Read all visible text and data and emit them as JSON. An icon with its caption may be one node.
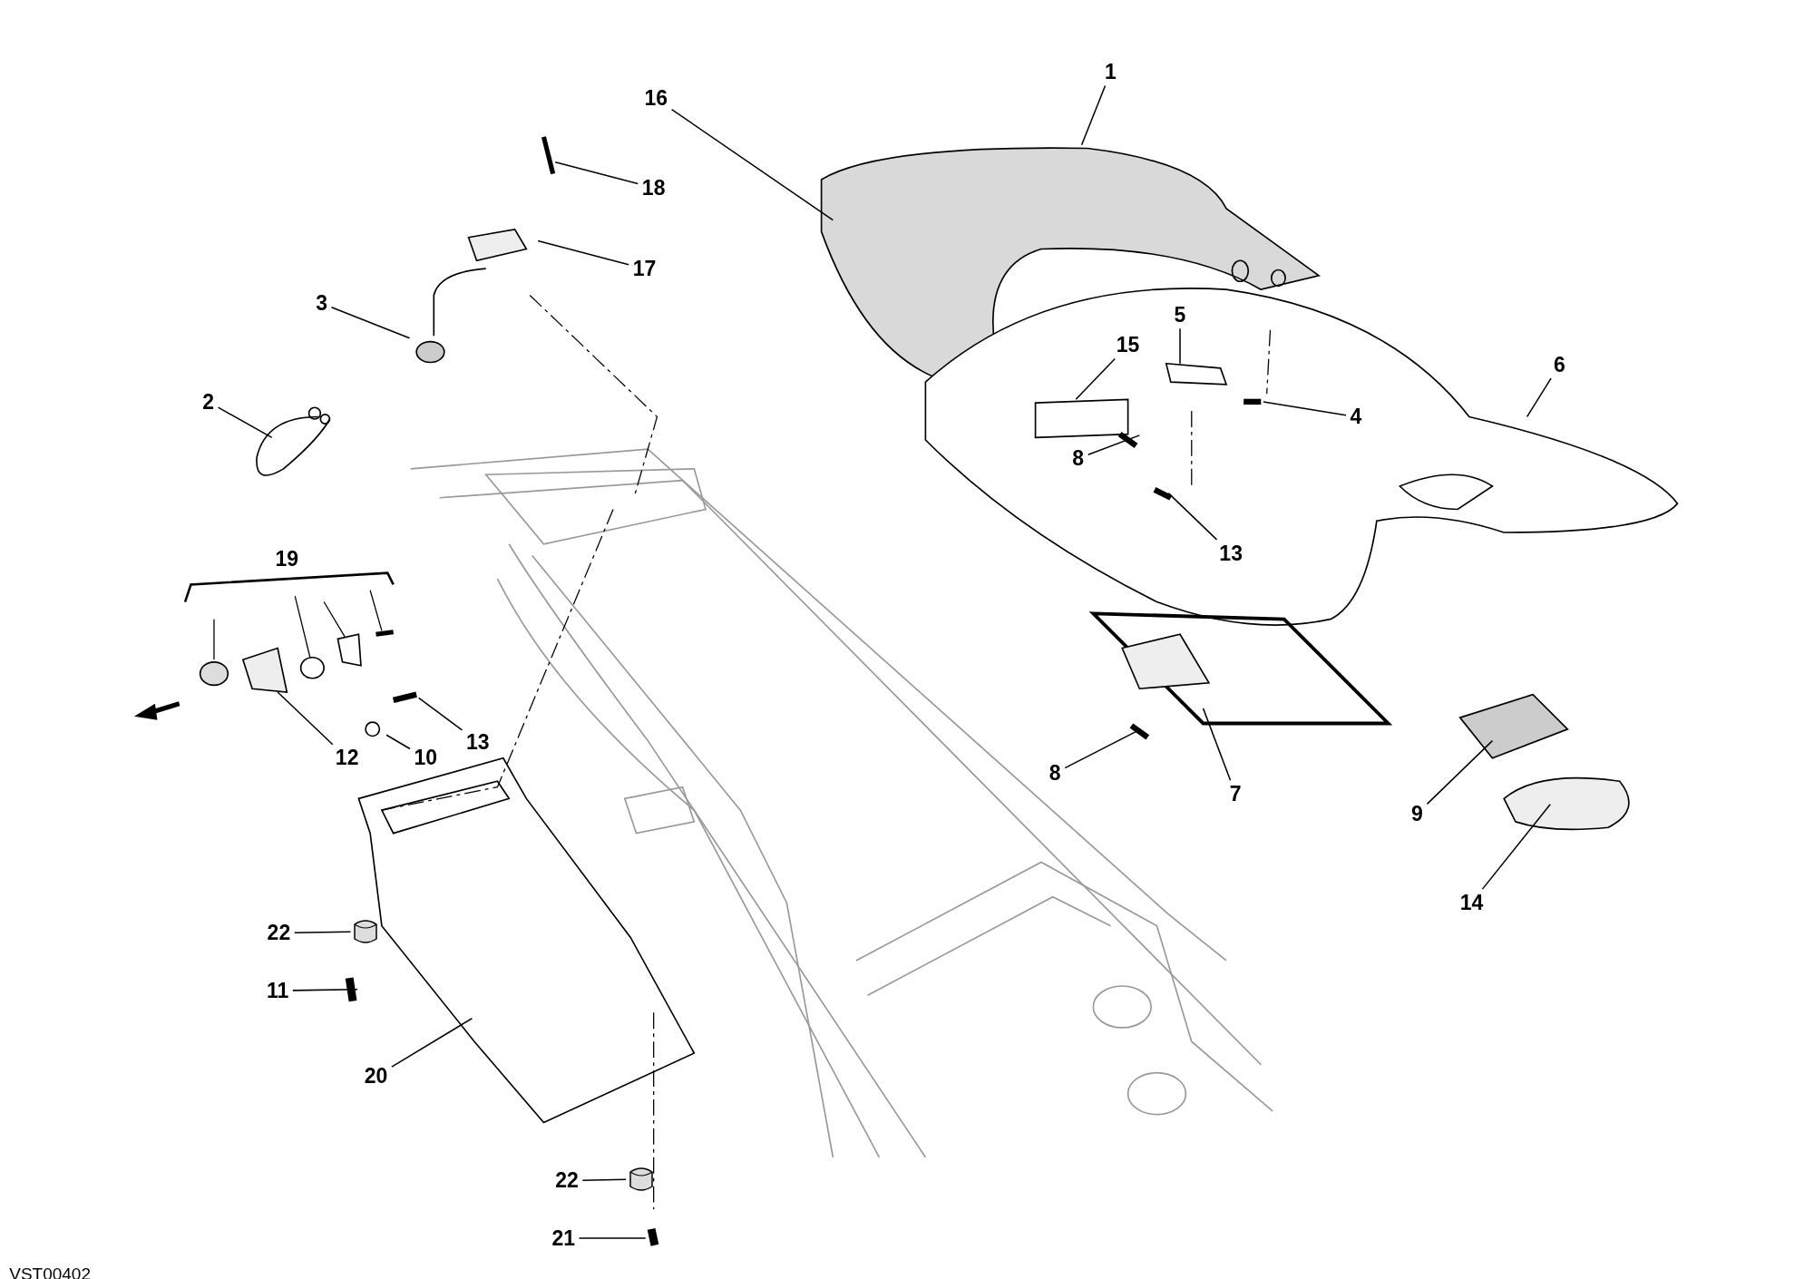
{
  "diagram": {
    "nodes": [
      {
        "text": [
          "1"
        ]
      },
      {
        "text": [
          "16"
        ]
      },
      {
        "text": [
          "18"
        ]
      },
      {
        "text": [
          "17"
        ]
      },
      {
        "text": [
          "3"
        ]
      },
      {
        "text": [
          "2"
        ]
      },
      {
        "text": [
          "15"
        ]
      },
      {
        "text": [
          "5"
        ]
      },
      {
        "text": [
          "6"
        ]
      },
      {
        "text": [
          "4"
        ]
      },
      {
        "text": [
          "8"
        ]
      },
      {
        "text": [
          "13"
        ]
      },
      {
        "text": [
          "12"
        ]
      },
      {
        "text": [
          "10"
        ]
      },
      {
        "text": [
          "13"
        ]
      },
      {
        "text": [
          "8"
        ]
      },
      {
        "text": [
          "7"
        ]
      },
      {
        "text": [
          "9"
        ]
      },
      {
        "text": [
          "22"
        ]
      },
      {
        "text": [
          "11"
        ]
      },
      {
        "text": [
          "14"
        ]
      },
      {
        "text": [
          "20"
        ]
      },
      {
        "text": [
          "22"
        ]
      },
      {
        "text": [
          "21"
        ]
      },
      {
        "text": [],
        "shape": "picture"
      },
      {
        "text": [],
        "shape": "picture"
      }
    ],
    "edges": [
      {
        "from": 0,
        "to": null,
        "arrow": "none"
      },
      {
        "from": 1,
        "to": null,
        "arrow": "none"
      },
      {
        "from": 2,
        "to": null,
        "arrow": "none"
      },
      {
        "from": 3,
        "to": null,
        "arrow": "none"
      },
      {
        "from": 4,
        "to": null,
        "arrow": "none"
      },
      {
        "from": 5,
        "to": null,
        "arrow": "none"
      },
      {
        "from": 6,
        "to": null,
        "arrow": "none"
      },
      {
        "from": 7,
        "to": null,
        "arrow": "none"
      },
      {
        "from": 8,
        "to": null,
        "arrow": "none"
      },
      {
        "from": 9,
        "to": null,
        "arrow": "none"
      },
      {
        "from": 10,
        "to": null,
        "arrow": "none"
      },
      {
        "from": 11,
        "to": null,
        "arrow": "none"
      },
      {
        "from": 12,
        "to": null,
        "arrow": "none"
      },
      {
        "from": 13,
        "to": null,
        "arrow": "none"
      },
      {
        "from": 14,
        "to": null,
        "arrow": "none"
      },
      {
        "from": 15,
        "to": null,
        "arrow": "none"
      },
      {
        "from": 16,
        "to": null,
        "arrow": "none"
      },
      {
        "from": 17,
        "to": null,
        "arrow": "none"
      },
      {
        "from": 18,
        "to": 24,
        "arrow": "none"
      },
      {
        "from": 19,
        "to": null,
        "arrow": "none"
      },
      {
        "from": 20,
        "to": null,
        "arrow": "none"
      },
      {
        "from": 21,
        "to": null,
        "arrow": "none"
      },
      {
        "from": 22,
        "to": 25,
        "arrow": "none"
      },
      {
        "from": 23,
        "to": null,
        "arrow": "none"
      }
    ],
    "labels": [
      "19",
      "VST00402"
    ]
  }
}
